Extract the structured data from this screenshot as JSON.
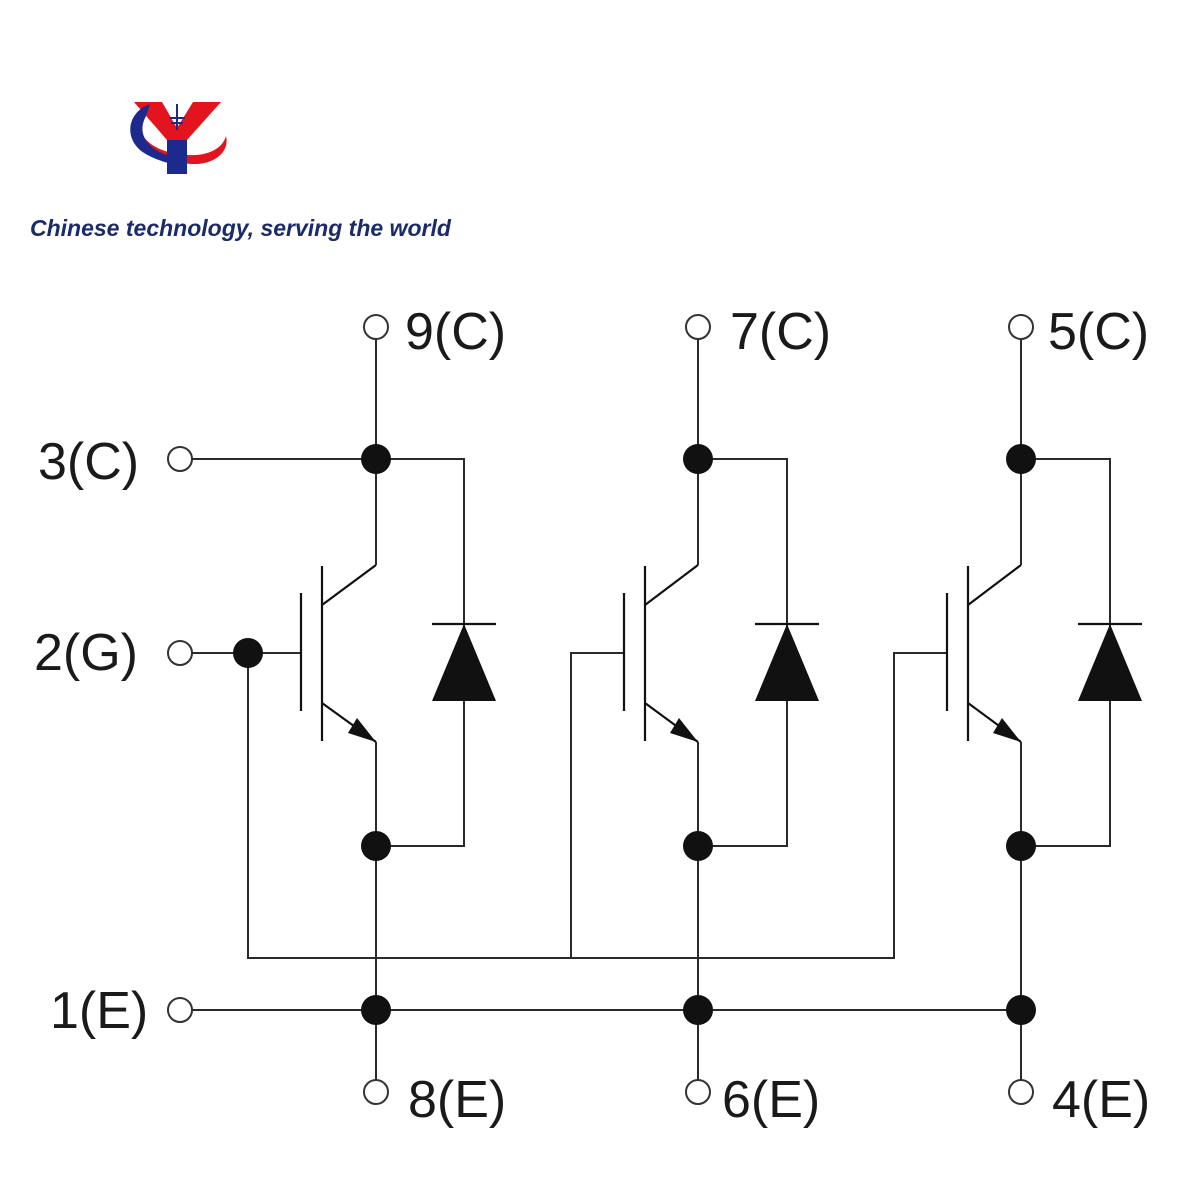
{
  "brand": {
    "tagline": "Chinese technology, serving the world",
    "logo_colors": {
      "red": "#e3141e",
      "blue": "#1b2a8c"
    }
  },
  "terminals": {
    "t9": "9(C)",
    "t7": "7(C)",
    "t5": "5(C)",
    "t3": "3(C)",
    "t2": "2(G)",
    "t1": "1(E)",
    "t8": "8(E)",
    "t6": "6(E)",
    "t4": "4(E)"
  },
  "icons": {
    "logo": "yongyu-logo-icon",
    "transistor": "igbt-icon",
    "diode": "freewheeling-diode-icon",
    "terminal": "terminal-circle-icon",
    "node": "junction-dot-icon"
  },
  "colors": {
    "line": "#2a2a2a",
    "text": "#1a1a1a",
    "tagline": "#1b2a6b"
  }
}
